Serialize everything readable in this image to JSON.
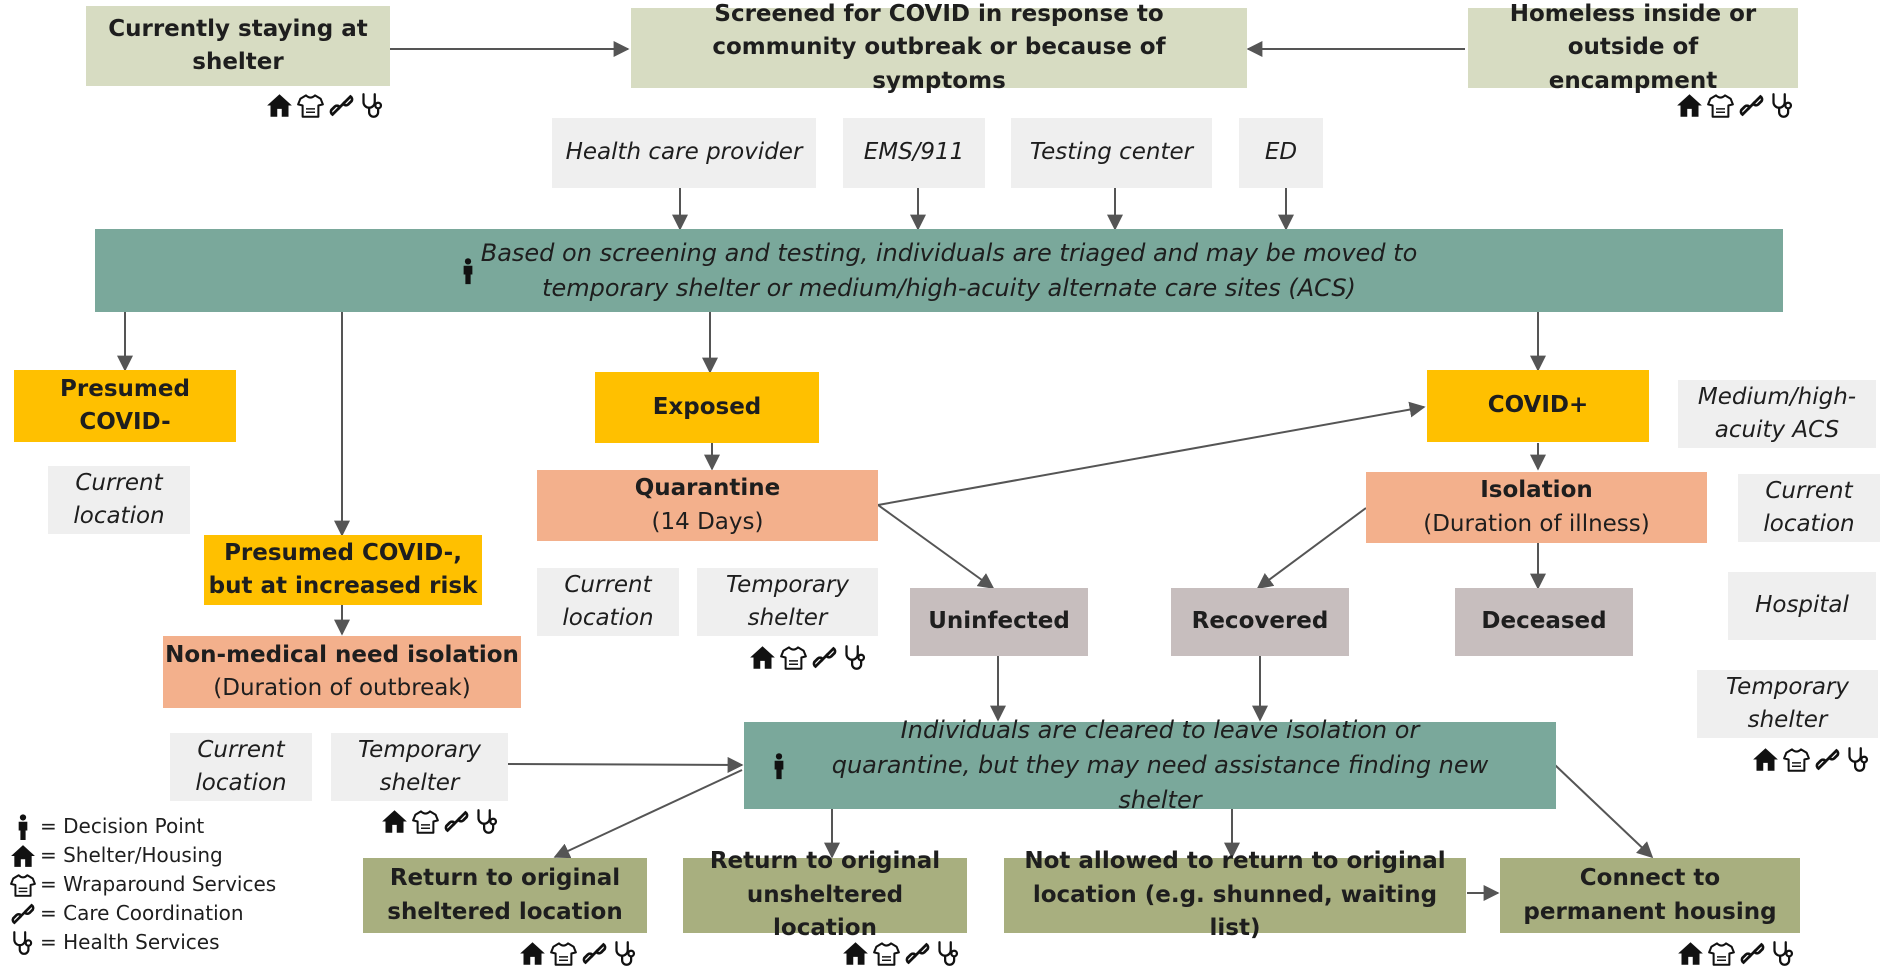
{
  "top": {
    "shelter": "Currently staying at shelter",
    "screened": "Screened for COVID in response to community outbreak or because of symptoms",
    "homeless": "Homeless inside or outside of encampment"
  },
  "sources": {
    "provider": "Health care provider",
    "ems": "EMS/911",
    "testing": "Testing center",
    "ed": "ED"
  },
  "triage": "Based on screening and testing, individuals are triaged and may be moved to temporary shelter or medium/high-acuity alternate care sites (ACS)",
  "categories": {
    "presumed_neg": "Presumed COVID-",
    "presumed_risk": "Presumed COVID-, but at increased risk",
    "exposed": "Exposed",
    "positive": "COVID+"
  },
  "nonmedical": {
    "title": "Non-medical need isolation",
    "sub": "(Duration of outbreak)"
  },
  "quarantine": {
    "title": "Quarantine",
    "sub": "(14 Days)"
  },
  "isolation": {
    "title": "Isolation",
    "sub": "(Duration of illness)"
  },
  "outcomes": {
    "uninfected": "Uninfected",
    "recovered": "Recovered",
    "deceased": "Deceased"
  },
  "locations": {
    "current": "Current location",
    "temporary": "Temporary shelter",
    "acs": "Medium/high-acuity ACS",
    "hospital": "Hospital"
  },
  "cleared": "Individuals are cleared to leave isolation or quarantine, but they may need assistance finding new shelter",
  "final": {
    "sheltered": "Return to original sheltered location",
    "unsheltered": "Return to original unsheltered location",
    "not_allowed": "Not allowed to return to original location (e.g. shunned, waiting list)",
    "permanent": "Connect to permanent housing"
  },
  "legend": {
    "decision": "= Decision Point",
    "shelter": "= Shelter/Housing",
    "wraparound": "= Wraparound Services",
    "coordination": "= Care Coordination",
    "health": "= Health Services"
  },
  "icons": [
    "house-icon",
    "shirt-icon",
    "link-icon",
    "stethoscope-icon"
  ],
  "colors": {
    "khaki": "#d7dcc2",
    "olive": "#a8af7f",
    "yellow": "#ffc000",
    "salmon": "#f3b08c",
    "grey": "#c7bebe",
    "light_grey": "#efefef",
    "teal": "#7aa89b"
  }
}
